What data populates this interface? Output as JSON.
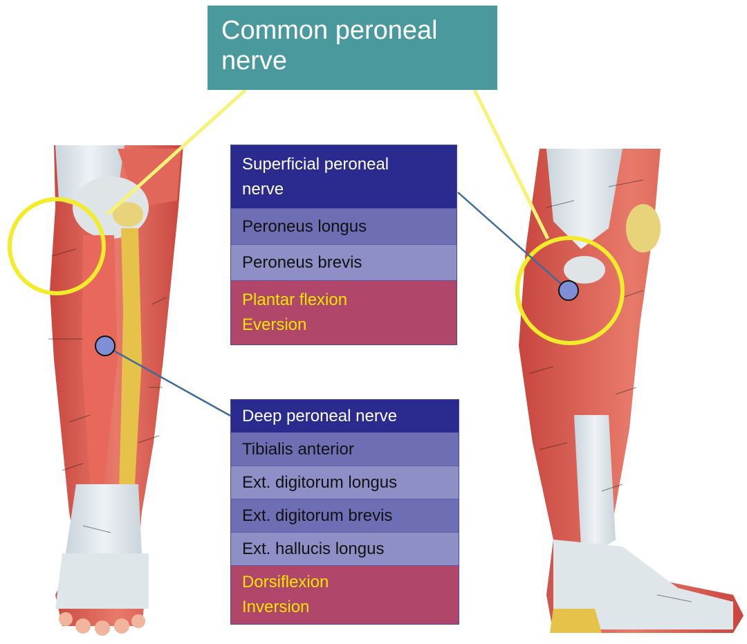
{
  "title": "Common  peroneal\nnerve",
  "title_lines": [
    "Common  peroneal",
    "nerve"
  ],
  "superficial": {
    "header_lines": [
      "Superficial peroneal",
      "nerve"
    ],
    "muscles": [
      "Peroneus longus",
      "Peroneus brevis"
    ],
    "actions": [
      "Plantar flexion",
      "Eversion"
    ]
  },
  "deep": {
    "header": "Deep peroneal nerve",
    "muscles": [
      "Tibialis anterior",
      "Ext. digitorum longus",
      "Ext. digitorum brevis",
      "Ext. hallucis longus"
    ],
    "actions": [
      "Dorsiflexion",
      "Inversion"
    ]
  },
  "colors": {
    "title_bg": "#4a9a9d",
    "header_bg": "#2b2b8f",
    "row_dark": "#6e6eb5",
    "row_light": "#8f8fc8",
    "action_bg": "#b0466a",
    "action_text": "#ffe600",
    "highlight_circle": "#f3ec2a",
    "pointer_line": "#3d6a9a",
    "nerve_dot": "#7f8fd6",
    "muscle": "#d9584f",
    "tendon": "#dfe6ea"
  },
  "icons": [
    "leg-anterior-illustration",
    "leg-lateral-illustration"
  ]
}
